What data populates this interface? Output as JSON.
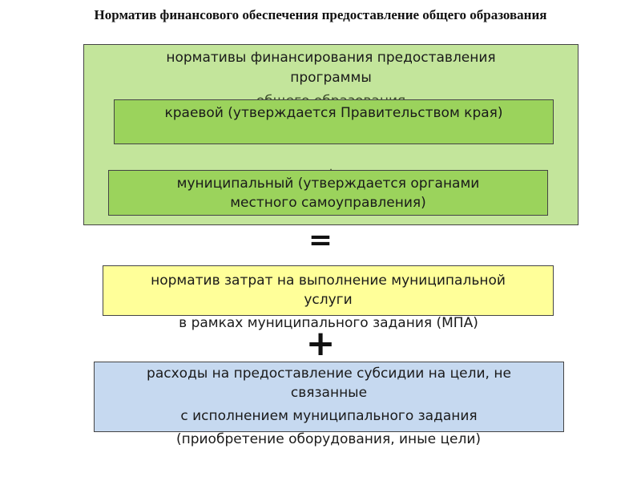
{
  "title": "Норматив финансового обеспечения предоставление общего образования",
  "outer_box": {
    "line1": "нормативы финансирования предоставления",
    "line2": "программы",
    "line3": "общего образования",
    "plus": "+"
  },
  "regional_box": {
    "text": "краевой (утверждается Правительством края)"
  },
  "municipal_box": {
    "line1": "муниципальный (утверждается органами",
    "line2": "местного самоуправления)"
  },
  "equals_sign": "=",
  "cost_box": {
    "line1": "норматив затрат на выполнение  муниципальной",
    "line2": "услуги",
    "line3": "в рамках муниципального задания (МПА)"
  },
  "plus_sign": "+",
  "subsidy_box": {
    "line1": "расходы на предоставление субсидии на цели, не",
    "line2": "связанные",
    "line3": "с исполнением муниципального задания",
    "line4": "(приобретение оборудования, иные цели)"
  },
  "colors": {
    "outer": "#c3e59b",
    "inner": "#9bd35c",
    "yellow": "#ffff99",
    "blue": "#c6d9f0"
  }
}
